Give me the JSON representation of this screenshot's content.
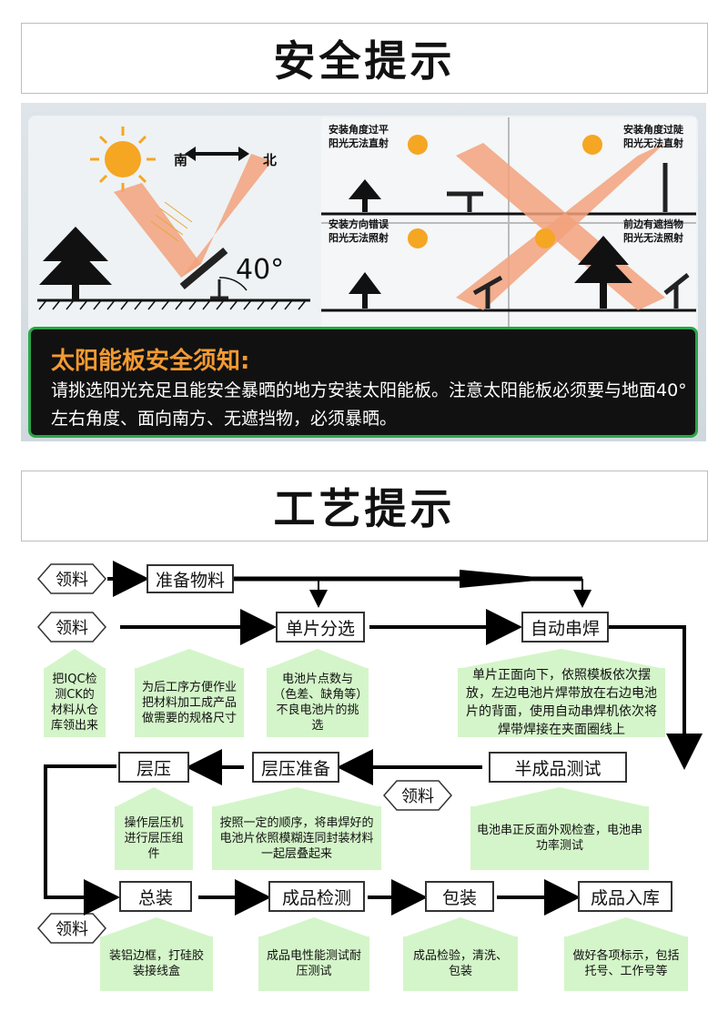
{
  "safety_title": "安全提示",
  "diagram": {
    "south": "南",
    "north": "北",
    "angle": "40°"
  },
  "panels": {
    "tl": [
      "安装角度过平",
      "阳光无法直射"
    ],
    "tr": [
      "安装角度过陡",
      "阳光无法直射"
    ],
    "bl": [
      "安装方向错误",
      "阳光无法照射"
    ],
    "br": [
      "前边有遮挡物",
      "阳光无法照射"
    ]
  },
  "notice": {
    "title": "太阳能板安全须知:",
    "body": "请挑选阳光充足且能安全暴晒的地方安装太阳能板。注意太阳能板必须要与地面40°左右角度、面向南方、无遮挡物，必须暴晒。"
  },
  "process_title": "工艺提示",
  "process": {
    "lingliao": "领料",
    "nodes": {
      "zhunbei": "准备物料",
      "danpian": "单片分选",
      "zidong": "自动串焊",
      "banchengpin": "半成品测试",
      "cengya_zhunbei": "层压准备",
      "cengya": "层压",
      "zongzhuang": "总装",
      "chengpin_jiance": "成品检测",
      "baozhuang": "包装",
      "ruku": "成品入库"
    },
    "notes": {
      "iqc": "把IQC检测CK的材料从仓库领出来",
      "prep": "为后工序方便作业把材料加工成产品做需要的规格尺寸",
      "sort": "电池片点数与（色差、缺角等）不良电池片的挑选",
      "weld": "单片正面向下，依照模板依次摆放，左边电池片焊带放在右边电池片的背面，使用自动串焊机依次将焊带焊接在夹面圈线上",
      "semi": "电池串正反面外观检查，电池串功率测试",
      "lam_op": "操作层压机进行层压组件",
      "lam_prep": "按照一定的顺序，将串焊好的电池片依照模糊连同封装材料一起层叠起来",
      "assembly": "装铝边框，打硅胶装接线盒",
      "inspect": "成品电性能测试耐压测试",
      "pack": "成品检验，清洗、包装",
      "store": "做好各项标示，包括托号、工作号等"
    }
  },
  "colors": {
    "sun": "#f5a623",
    "beam": "#f2a27c",
    "notice_title": "#f39a32",
    "notice_border": "#2aa646",
    "note_bg": "#d4f5c9"
  }
}
